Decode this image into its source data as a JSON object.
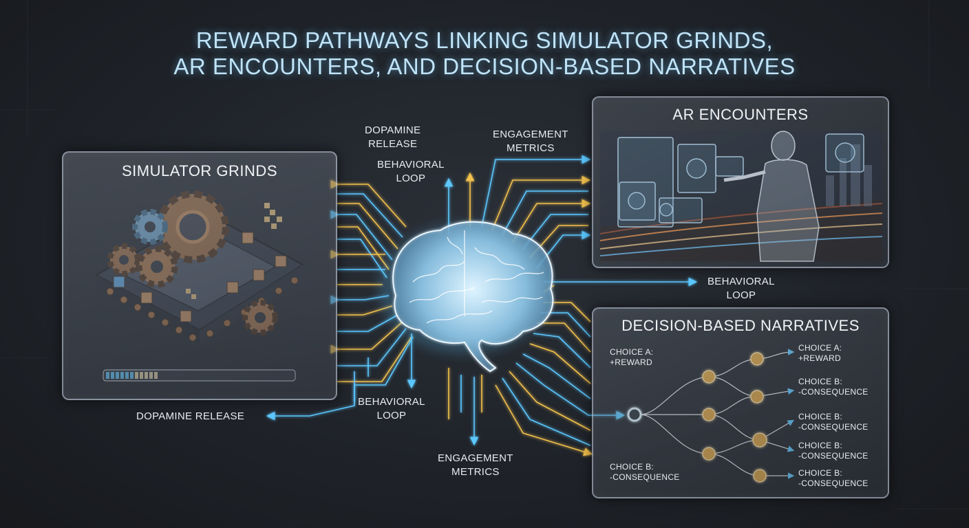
{
  "title": {
    "line1": "REWARD PATHWAYS LINKING SIMULATOR GRINDS,",
    "line2": "AR ENCOUNTERS, AND DECISION-BASED NARRATIVES"
  },
  "panels": {
    "simulator": "SIMULATOR GRINDS",
    "ar": "AR ENCOUNTERS",
    "decision": "DECISION-BASED NARRATIVES"
  },
  "progress": {
    "value": 0.28
  },
  "labels": {
    "dopamine_top": [
      "DOPAMINE",
      "RELEASE"
    ],
    "behavioral_top": [
      "BEHAVIORAL",
      "LOOP"
    ],
    "engagement_top": [
      "ENGAGEMENT",
      "METRICS"
    ],
    "behavioral_right": [
      "BEHAVIORAL",
      "LOOP"
    ],
    "behavioral_bottom": [
      "BEHAVIORAL",
      "LOOP"
    ],
    "engagement_bottom": [
      "ENGAGEMENT",
      "METRICS"
    ],
    "dopamine_bottom": "DOPAMINE RELEASE"
  },
  "choices": {
    "left_top": [
      "CHOICE A:",
      "+REWARD"
    ],
    "left_bottom": [
      "CHOICE B:",
      "-CONSEQUENCE"
    ],
    "right": [
      [
        "CHOICE A:",
        "+REWARD"
      ],
      [
        "CHOICE B:",
        "-CONSEQUENCE"
      ],
      [
        "CHOICE B:",
        "-CONSEQUENCE"
      ],
      [
        "CHOICE B:",
        "-CONSEQUENCE"
      ],
      [
        "CHOICE B:",
        "-CONSEQUENCE"
      ]
    ]
  },
  "colors": {
    "accent_blue": "#5cc8ff",
    "accent_gold": "#f2c14e",
    "copper": "#b07a4a"
  },
  "icons": [
    "gear-icon",
    "conveyor-belt-icon",
    "brain-icon",
    "hologram-person-icon",
    "node-icon"
  ]
}
